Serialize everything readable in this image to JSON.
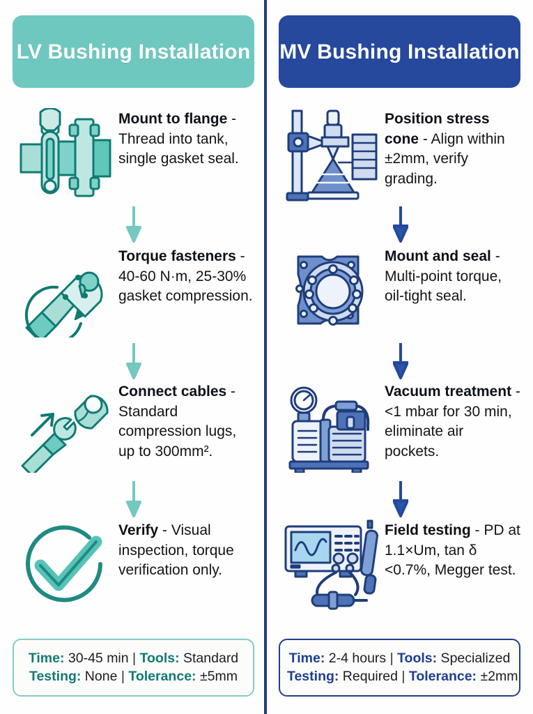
{
  "theme": {
    "lv_accent": "#6ec8bf",
    "lv_dark": "#127a74",
    "mv_accent": "#26499d",
    "mv_dark": "#1d3f93",
    "divider": "#1f3d7a",
    "text": "#111418"
  },
  "columns": [
    {
      "id": "lv",
      "header": "LV Bushing Installation",
      "steps": [
        {
          "icon": "wrench-flange-icon",
          "title": "Mount to flange",
          "body": " - Thread into tank, single gasket seal."
        },
        {
          "icon": "torque-wrench-icon",
          "title": "Torque fasteners",
          "body": " - 40-60 N·m, 25-30% gasket compression."
        },
        {
          "icon": "cable-lug-icon",
          "title": "Connect cables",
          "body": " - Standard compression lugs, up to 300mm²."
        },
        {
          "icon": "check-circle-icon",
          "title": "Verify",
          "body": " - Visual inspection, torque verification only."
        }
      ],
      "summary": {
        "line1": [
          {
            "key": "Time:",
            "value": " 30-45 min"
          },
          {
            "key": "Tools:",
            "value": " Standard"
          }
        ],
        "line2": [
          {
            "key": "Testing:",
            "value": " None"
          },
          {
            "key": "Tolerance:",
            "value": " ±5mm"
          }
        ],
        "separator": "|"
      }
    },
    {
      "id": "mv",
      "header": "MV Bushing Installation",
      "steps": [
        {
          "icon": "stress-cone-gauge-icon",
          "title": "Position stress cone",
          "body": " - Align within ±2mm, verify grading."
        },
        {
          "icon": "gasket-flange-icon",
          "title": "Mount and seal",
          "body": " - Multi-point torque, oil-tight seal."
        },
        {
          "icon": "vacuum-pump-icon",
          "title": "Vacuum treatment",
          "body": " - <1 mbar for 30 min, eliminate air pockets."
        },
        {
          "icon": "oscilloscope-probe-icon",
          "title": "Field testing",
          "body": " - PD at 1.1×Um, tan δ <0.7%, Megger test."
        }
      ],
      "summary": {
        "line1": [
          {
            "key": "Time:",
            "value": " 2-4 hours"
          },
          {
            "key": "Tools:",
            "value": " Specialized"
          }
        ],
        "line2": [
          {
            "key": "Testing:",
            "value": " Required"
          },
          {
            "key": "Tolerance:",
            "value": " ±2mm"
          }
        ],
        "separator": "|"
      }
    }
  ]
}
